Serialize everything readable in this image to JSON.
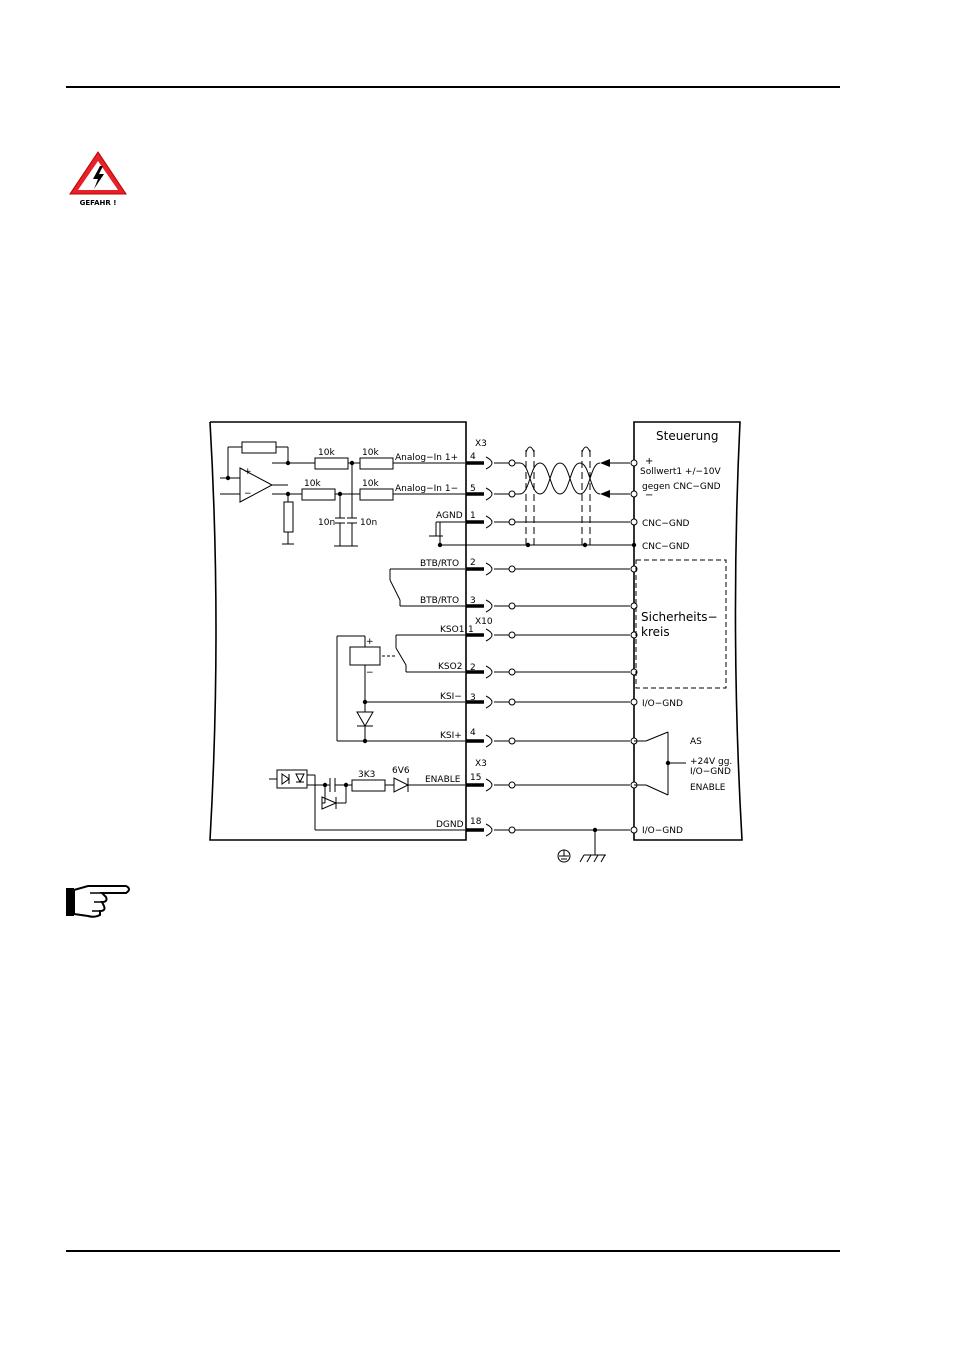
{
  "warning": {
    "caption": "GEFAHR !",
    "icon": "lightning-warning-icon"
  },
  "note": {
    "icon": "pointing-hand-icon"
  },
  "schematic": {
    "connector_x3": "X3",
    "connector_x10": "X10",
    "connector_x3b": "X3",
    "r_10k": "10k",
    "c_10n": "10n",
    "r_3k3": "3K3",
    "z_6v6": "6V6",
    "plus": "+",
    "minus": "−",
    "pins": {
      "p4": "4",
      "p5": "5",
      "p1": "1",
      "p2": "2",
      "p3": "3",
      "x10_1": "1",
      "x10_2": "2",
      "x10_3": "3",
      "x10_4": "4",
      "p15": "15",
      "p18": "18"
    },
    "left_signals": {
      "ain_pos": "Analog−In 1+",
      "ain_neg": "Analog−In 1−",
      "agnd": "AGND",
      "btb1": "BTB/RTO",
      "btb2": "BTB/RTO",
      "kso1": "KSO1",
      "kso2": "KSO2",
      "ksi_neg": "KSI−",
      "ksi_pos": "KSI+",
      "enable": "ENABLE",
      "dgnd": "DGND"
    },
    "right": {
      "title": "Steuerung",
      "plus": "+",
      "sollwert": "Sollwert1 +/−10V",
      "gegen": "gegen CNC−GND",
      "minus": "−",
      "cnc_gnd1": "CNC−GND",
      "cnc_gnd2": "CNC−GND",
      "sicherheits": "Sicherheits−",
      "kreis": "kreis",
      "io_gnd1": "I/O−GND",
      "as": "AS",
      "v24": "+24V gg.",
      "io_gnd_b": "I/O−GND",
      "enable": "ENABLE",
      "io_gnd2": "I/O−GND"
    }
  }
}
